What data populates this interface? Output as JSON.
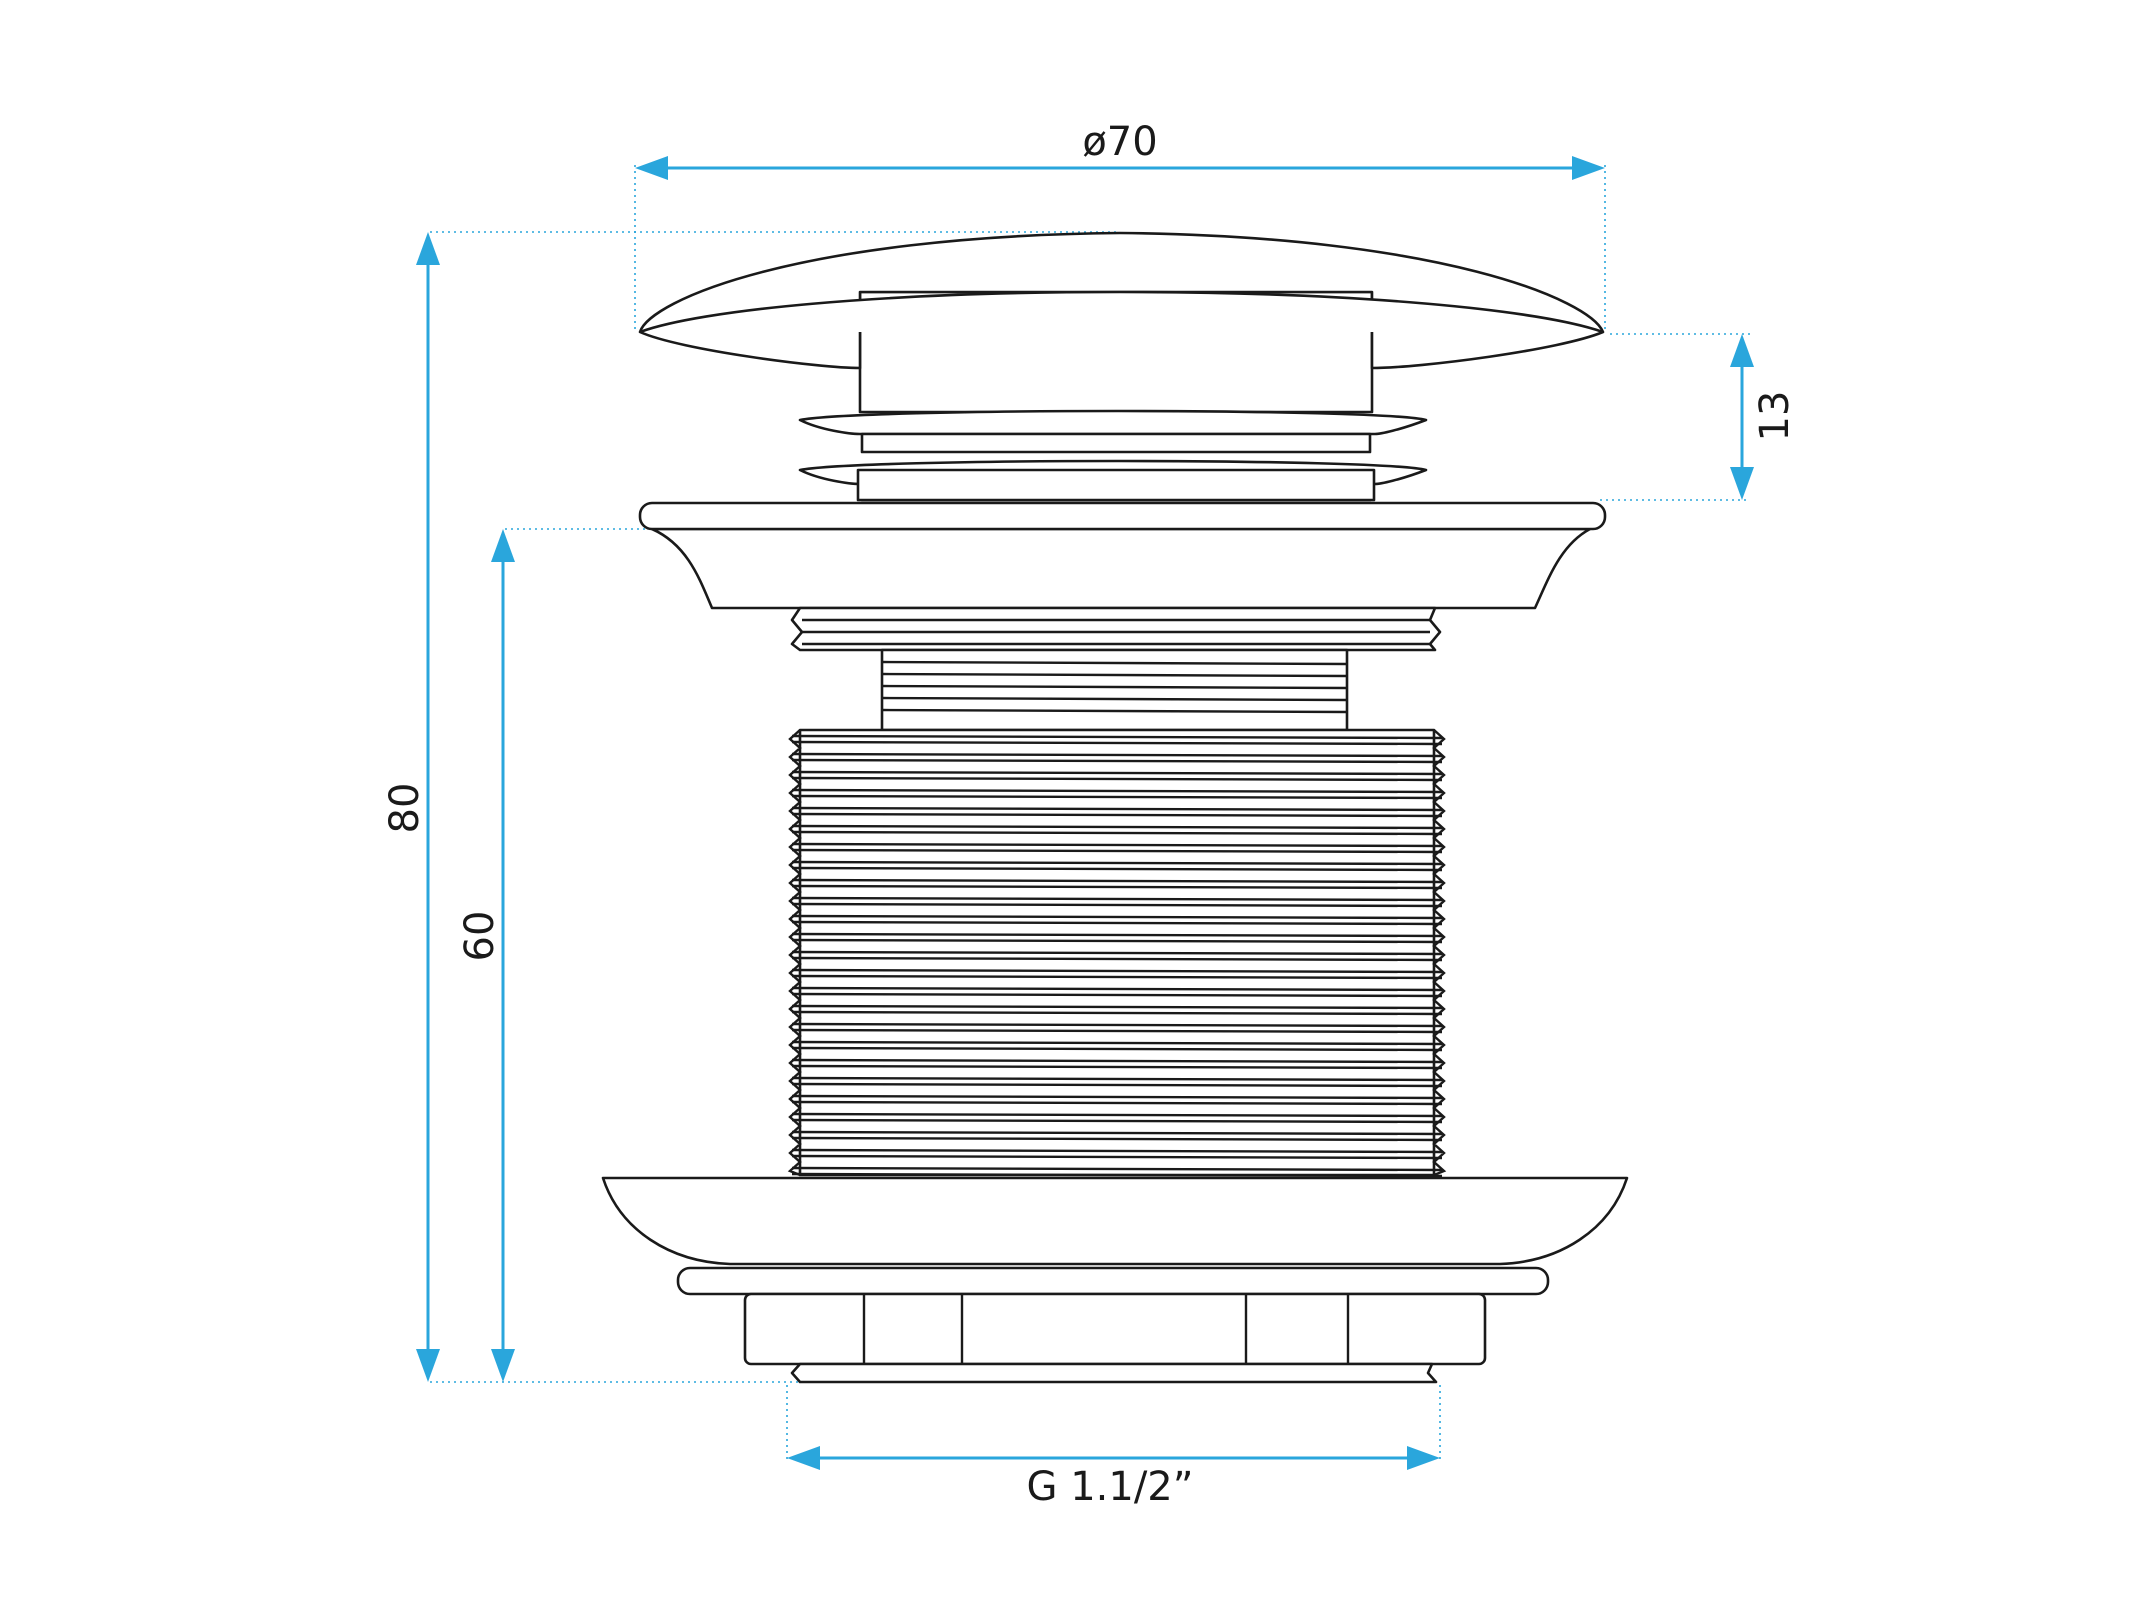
{
  "dimensions": {
    "top_diameter": "ø70",
    "cap_height": "13",
    "total_height": "80",
    "body_height": "60",
    "thread_size": "G 1.1/2”"
  },
  "colors": {
    "dimension": "#2aa6dc",
    "outline": "#1a1a1a",
    "fill": "#ffffff"
  }
}
